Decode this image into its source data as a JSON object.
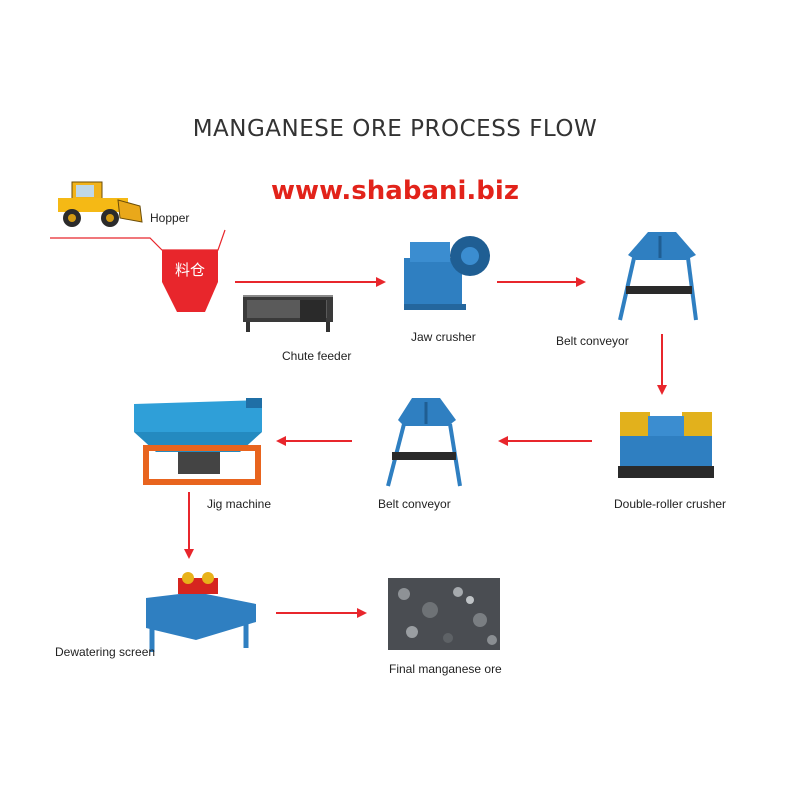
{
  "title": "MANGANESE ORE PROCESS FLOW",
  "website": "www.shabani.biz",
  "hopper_sign": "料仓",
  "colors": {
    "arrow": "#e8262c",
    "machine_blue": "#2f7fc1",
    "website_red": "#e2231a",
    "jig_orange": "#e8641e"
  },
  "stages": [
    {
      "label": "Hopper",
      "icon": "wheel-loader-icon"
    },
    {
      "label": "Chute feeder",
      "icon": "chute-feeder-icon"
    },
    {
      "label": "Jaw crusher",
      "icon": "jaw-crusher-icon"
    },
    {
      "label": "Belt conveyor",
      "icon": "belt-conveyor-icon"
    },
    {
      "label": "Double-roller crusher",
      "icon": "double-roller-crusher-icon"
    },
    {
      "label": "Belt conveyor",
      "icon": "belt-conveyor-icon"
    },
    {
      "label": "Jig machine",
      "icon": "jig-machine-icon"
    },
    {
      "label": "Dewatering screen",
      "icon": "dewatering-screen-icon"
    },
    {
      "label": "Final manganese ore",
      "icon": "ore-pile-icon"
    }
  ]
}
